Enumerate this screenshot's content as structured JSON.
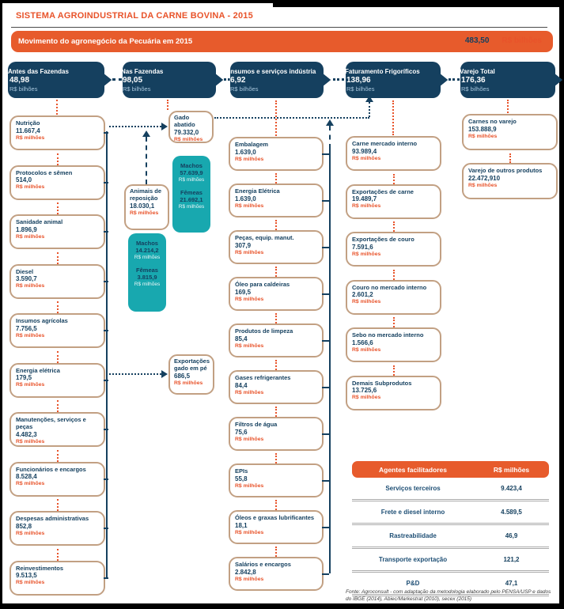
{
  "page": {
    "title": "SISTEMA AGROINDUSTRIAL DA CARNE BOVINA - 2015",
    "banner": {
      "label": "Movimento do agronegócio da Pecuária em 2015",
      "value": "483,50",
      "unit": "R$ bilhões"
    }
  },
  "colors": {
    "orange": "#E75B2C",
    "orange_text": "#E8532A",
    "navy": "#15405F",
    "teal": "#18A8AF",
    "tan_border": "#C2A083"
  },
  "headers": [
    {
      "title": "Antes das Fazendas",
      "value": "48,98",
      "unit": "R$ bilhões"
    },
    {
      "title": "Nas Fazendas",
      "value": "98,05",
      "unit": "R$ bilhões"
    },
    {
      "title": "Insumos e serviços indústria",
      "value": "6,92",
      "unit": "R$ bilhões"
    },
    {
      "title": "Faturamento Frigoríficos",
      "value": "138,96",
      "unit": "R$ bilhões"
    },
    {
      "title": "Varejo Total",
      "value": "176,36",
      "unit": "R$ bilhões"
    }
  ],
  "antes_fazendas": [
    {
      "title": "Nutrição",
      "value": "11.667,4",
      "unit": "R$ milhões"
    },
    {
      "title": "Protocolos e sêmen",
      "value": "514,0",
      "unit": "R$ milhões"
    },
    {
      "title": "Sanidade animal",
      "value": "1.896,9",
      "unit": "R$ milhões"
    },
    {
      "title": "Diesel",
      "value": "3.590,7",
      "unit": "R$ milhões"
    },
    {
      "title": "Insumos agrícolas",
      "value": "7.756,5",
      "unit": "R$ milhões"
    },
    {
      "title": "Energia elétrica",
      "value": "179,5",
      "unit": "R$ milhões"
    },
    {
      "title": "Manutenções, serviços e peças",
      "value": "4.482,3",
      "unit": "R$ milhões"
    },
    {
      "title": "Funcionários e encargos",
      "value": "8.528,4",
      "unit": "R$ milhões"
    },
    {
      "title": "Despesas administrativas",
      "value": "852,8",
      "unit": "R$ milhões"
    },
    {
      "title": "Reinvestimentos",
      "value": "9.513,5",
      "unit": "R$ milhões"
    }
  ],
  "fazendas": {
    "gado_abatido": {
      "title": "Gado abatido",
      "value": "79.332,0",
      "unit": "R$ milhões"
    },
    "abate_machos": {
      "label": "Machos",
      "value": "57.639,9",
      "unit": "R$ milhões"
    },
    "abate_femeas": {
      "label": "Fêmeas",
      "value": "21.692,1",
      "unit": "R$ milhões"
    },
    "animais_reposicao": {
      "title": "Animais de reposição",
      "value": "18.030,1",
      "unit": "R$ milhões"
    },
    "reposicao_machos": {
      "label": "Machos",
      "value": "14.214,2",
      "unit": "R$ milhões"
    },
    "reposicao_femeas": {
      "label": "Fêmeas",
      "value": "3.815,9",
      "unit": "R$ milhões"
    },
    "exportacoes_gado": {
      "title": "Exportações gado em pé",
      "value": "686,5",
      "unit": "R$ milhões"
    }
  },
  "insumos_industria": [
    {
      "title": "Embalagem",
      "value": "1.639,0",
      "unit": "R$ milhões"
    },
    {
      "title": "Energia Elétrica",
      "value": "1.639,0",
      "unit": "R$ milhões"
    },
    {
      "title": "Peças, equip. manut.",
      "value": "307,9",
      "unit": "R$ milhões"
    },
    {
      "title": "Óleo para caldeiras",
      "value": "169,5",
      "unit": "R$ milhões"
    },
    {
      "title": "Produtos de limpeza",
      "value": "85,4",
      "unit": "R$ milhões"
    },
    {
      "title": "Gases refrigerantes",
      "value": "84,4",
      "unit": "R$ milhões"
    },
    {
      "title": "Filtros de água",
      "value": "75,6",
      "unit": "R$ milhões"
    },
    {
      "title": "EPIs",
      "value": "55,8",
      "unit": "R$ milhões"
    },
    {
      "title": "Óleos e graxas lubrificantes",
      "value": "18,1",
      "unit": "R$ milhões"
    },
    {
      "title": "Salários e encargos",
      "value": "2.842,8",
      "unit": "R$ milhões"
    }
  ],
  "frigorificos": [
    {
      "title": "Carne mercado interno",
      "value": "93.989,4",
      "unit": "R$ milhões"
    },
    {
      "title": "Exportações de carne",
      "value": "19.489,7",
      "unit": "R$ milhões"
    },
    {
      "title": "Exportações de couro",
      "value": "7.591,6",
      "unit": "R$ milhões"
    },
    {
      "title": "Couro no mercado interno",
      "value": "2.601,2",
      "unit": "R$ milhões"
    },
    {
      "title": "Sebo no mercado interno",
      "value": "1.566,6",
      "unit": "R$ milhões"
    },
    {
      "title": "Demais Subprodutos",
      "value": "13.725,6",
      "unit": "R$ milhões"
    }
  ],
  "varejo": [
    {
      "title": "Carnes no varejo",
      "value": "153.888,9",
      "unit": "R$ milhões"
    },
    {
      "title": "Varejo de outros produtos",
      "value": "22.472,910",
      "unit": "R$ milhões"
    }
  ],
  "table": {
    "headers": [
      "Agentes facilitadores",
      "R$ milhões"
    ],
    "rows": [
      [
        "Serviços terceiros",
        "9.423,4"
      ],
      [
        "Frete e diesel interno",
        "4.589,5"
      ],
      [
        "Rastreabilidade",
        "46,9"
      ],
      [
        "Transporte exportação",
        "121,2"
      ],
      [
        "P&D",
        "47,1"
      ]
    ]
  },
  "fonte": "Fonte: Agroconsult - com adaptação da metodologia elaborado pelo PENSA/USP e dados do IBGE (2014),  Abiec/Markestrat (2010), secex (2015)"
}
